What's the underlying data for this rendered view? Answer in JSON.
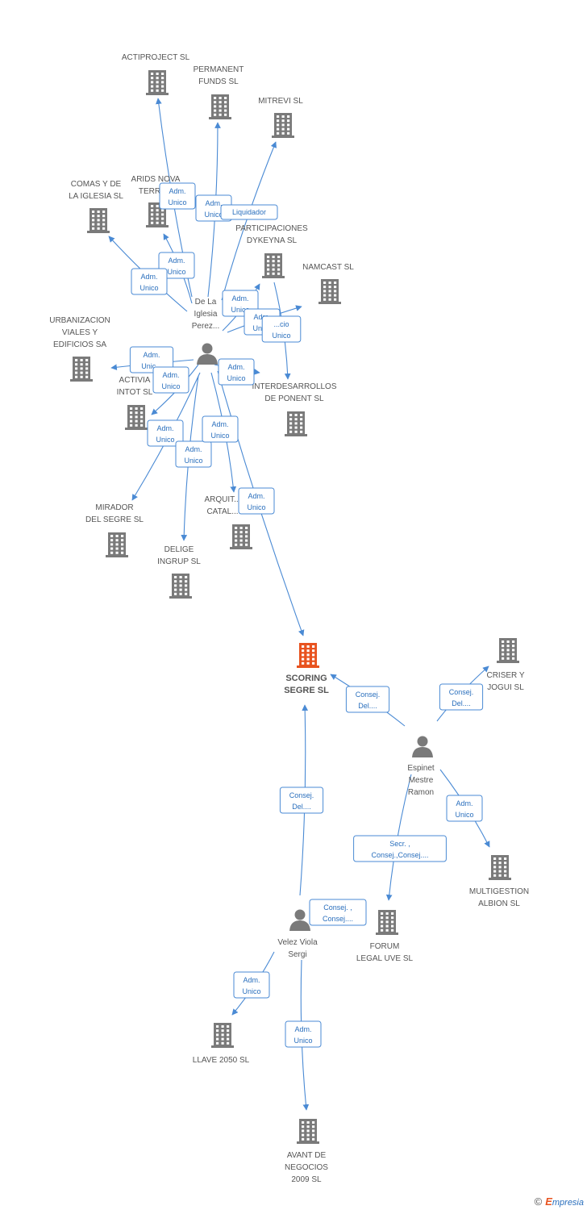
{
  "nodes": [
    {
      "id": "actiproject",
      "type": "company",
      "lines": [
        "ACTIPROJECT SL"
      ]
    },
    {
      "id": "permanent",
      "type": "company",
      "lines": [
        "PERMANENT",
        "FUNDS SL"
      ]
    },
    {
      "id": "mitrevi",
      "type": "company",
      "lines": [
        "MITREVI SL"
      ]
    },
    {
      "id": "comas",
      "type": "company",
      "lines": [
        "COMAS Y DE",
        "LA IGLESIA SL"
      ]
    },
    {
      "id": "arids",
      "type": "company",
      "lines": [
        "ARIDS NOVA",
        "TERRA..."
      ]
    },
    {
      "id": "participaciones",
      "type": "company",
      "lines": [
        "PARTICIPACIONES",
        "DYKEYNA SL"
      ]
    },
    {
      "id": "namcast",
      "type": "company",
      "lines": [
        "NAMCAST SL"
      ]
    },
    {
      "id": "urbanizacion",
      "type": "company",
      "lines": [
        "URBANIZACION",
        "VIALES Y",
        "EDIFICIOS SA"
      ]
    },
    {
      "id": "activia",
      "type": "company",
      "lines": [
        "ACTIVIA",
        "INTOT SL"
      ]
    },
    {
      "id": "interdesarrollos",
      "type": "company",
      "lines": [
        "INTERDESARROLLOS",
        "DE PONENT SL"
      ]
    },
    {
      "id": "mirador",
      "type": "company",
      "lines": [
        "MIRADOR",
        "DEL SEGRE SL"
      ]
    },
    {
      "id": "arquit",
      "type": "company",
      "lines": [
        "ARQUIT...",
        "CATAL..."
      ]
    },
    {
      "id": "delige",
      "type": "company",
      "lines": [
        "DELIGE",
        "INGRUP SL"
      ]
    },
    {
      "id": "scoring",
      "type": "company",
      "main": true,
      "lines": [
        "SCORING",
        "SEGRE SL"
      ]
    },
    {
      "id": "criser",
      "type": "company",
      "lines": [
        "CRISER Y",
        "JOGUI SL"
      ]
    },
    {
      "id": "multigestion",
      "type": "company",
      "lines": [
        "MULTIGESTION",
        "ALBION SL"
      ]
    },
    {
      "id": "forum",
      "type": "company",
      "lines": [
        "FORUM",
        "LEGAL UVE SL"
      ]
    },
    {
      "id": "llave",
      "type": "company",
      "lines": [
        "LLAVE 2050  SL"
      ]
    },
    {
      "id": "avant",
      "type": "company",
      "lines": [
        "AVANT DE",
        "NEGOCIOS",
        "2009 SL"
      ]
    },
    {
      "id": "delaiglesia",
      "type": "person",
      "lines": [
        "De La",
        "Iglesia",
        "Perez..."
      ]
    },
    {
      "id": "espinet",
      "type": "person",
      "lines": [
        "Espinet",
        "Mestre",
        "Ramon"
      ]
    },
    {
      "id": "velez",
      "type": "person",
      "lines": [
        "Velez Viola",
        "Sergi"
      ]
    }
  ],
  "edges": [
    {
      "from": "delaiglesia",
      "to": "actiproject",
      "label": [
        "Adm.",
        "Unico"
      ]
    },
    {
      "from": "delaiglesia",
      "to": "permanent",
      "label": [
        "Adm.",
        "Unico"
      ]
    },
    {
      "from": "delaiglesia",
      "to": "mitrevi",
      "label": [
        "Liquidador"
      ]
    },
    {
      "from": "delaiglesia",
      "to": "arids",
      "label": [
        "Adm.",
        "Unico"
      ]
    },
    {
      "from": "delaiglesia",
      "to": "comas",
      "label": [
        "Adm.",
        "Unico"
      ]
    },
    {
      "from": "delaiglesia",
      "to": "participaciones",
      "label": [
        "Adm.",
        "Unico"
      ]
    },
    {
      "from": "delaiglesia",
      "to": "namcast",
      "label": [
        "Adm.",
        "Unico"
      ]
    },
    {
      "from": "delaiglesia",
      "to": "interdesarrollos",
      "label": [
        "...cio",
        "Unico"
      ]
    },
    {
      "from": "delaiglesia",
      "to": "urbanizacion",
      "label": [
        "Adm.",
        "Unic..."
      ]
    },
    {
      "from": "delaiglesia",
      "to": "activia",
      "label": [
        "Adm.",
        "Unico"
      ]
    },
    {
      "from": "delaiglesia",
      "to": "arquit",
      "label": [
        "Adm.",
        "Unico"
      ]
    },
    {
      "from": "delaiglesia",
      "to": "mirador",
      "label": [
        "Adm.",
        "Unico"
      ]
    },
    {
      "from": "delaiglesia",
      "to": "delige",
      "label": [
        "Adm.",
        "Unico"
      ]
    },
    {
      "from": "delaiglesia",
      "to": "scoring",
      "label": [
        "Adm.",
        "Unico"
      ]
    },
    {
      "from": "delaiglesia",
      "to": "arquit",
      "label": [
        "Adm.",
        "Unico"
      ]
    },
    {
      "from": "espinet",
      "to": "scoring",
      "label": [
        "Consej.",
        "Del...."
      ]
    },
    {
      "from": "espinet",
      "to": "criser",
      "label": [
        "Consej.",
        "Del...."
      ]
    },
    {
      "from": "espinet",
      "to": "multigestion",
      "label": [
        "Adm.",
        "Unico"
      ]
    },
    {
      "from": "espinet",
      "to": "forum",
      "label": [
        "Secr. ,",
        "Consej.,Consej...."
      ]
    },
    {
      "from": "velez",
      "to": "scoring",
      "label": [
        "Consej.",
        "Del...."
      ]
    },
    {
      "from": "velez",
      "to": "forum",
      "label": [
        "Consej. ,",
        "Consej...."
      ]
    },
    {
      "from": "velez",
      "to": "llave",
      "label": [
        "Adm.",
        "Unico"
      ]
    },
    {
      "from": "velez",
      "to": "avant",
      "label": [
        "Adm.",
        "Unico"
      ]
    }
  ],
  "colors": {
    "edge": "#4a8ad4",
    "label_border": "#4a8ad4",
    "label_text": "#2a6fbd",
    "company_icon": "#7a7a7a",
    "main_company_icon": "#e8531f",
    "person_icon": "#7a7a7a",
    "node_text": "#555555"
  },
  "footer": {
    "copyright_symbol": "©",
    "brand_first": "E",
    "brand_rest": "mpresia"
  }
}
